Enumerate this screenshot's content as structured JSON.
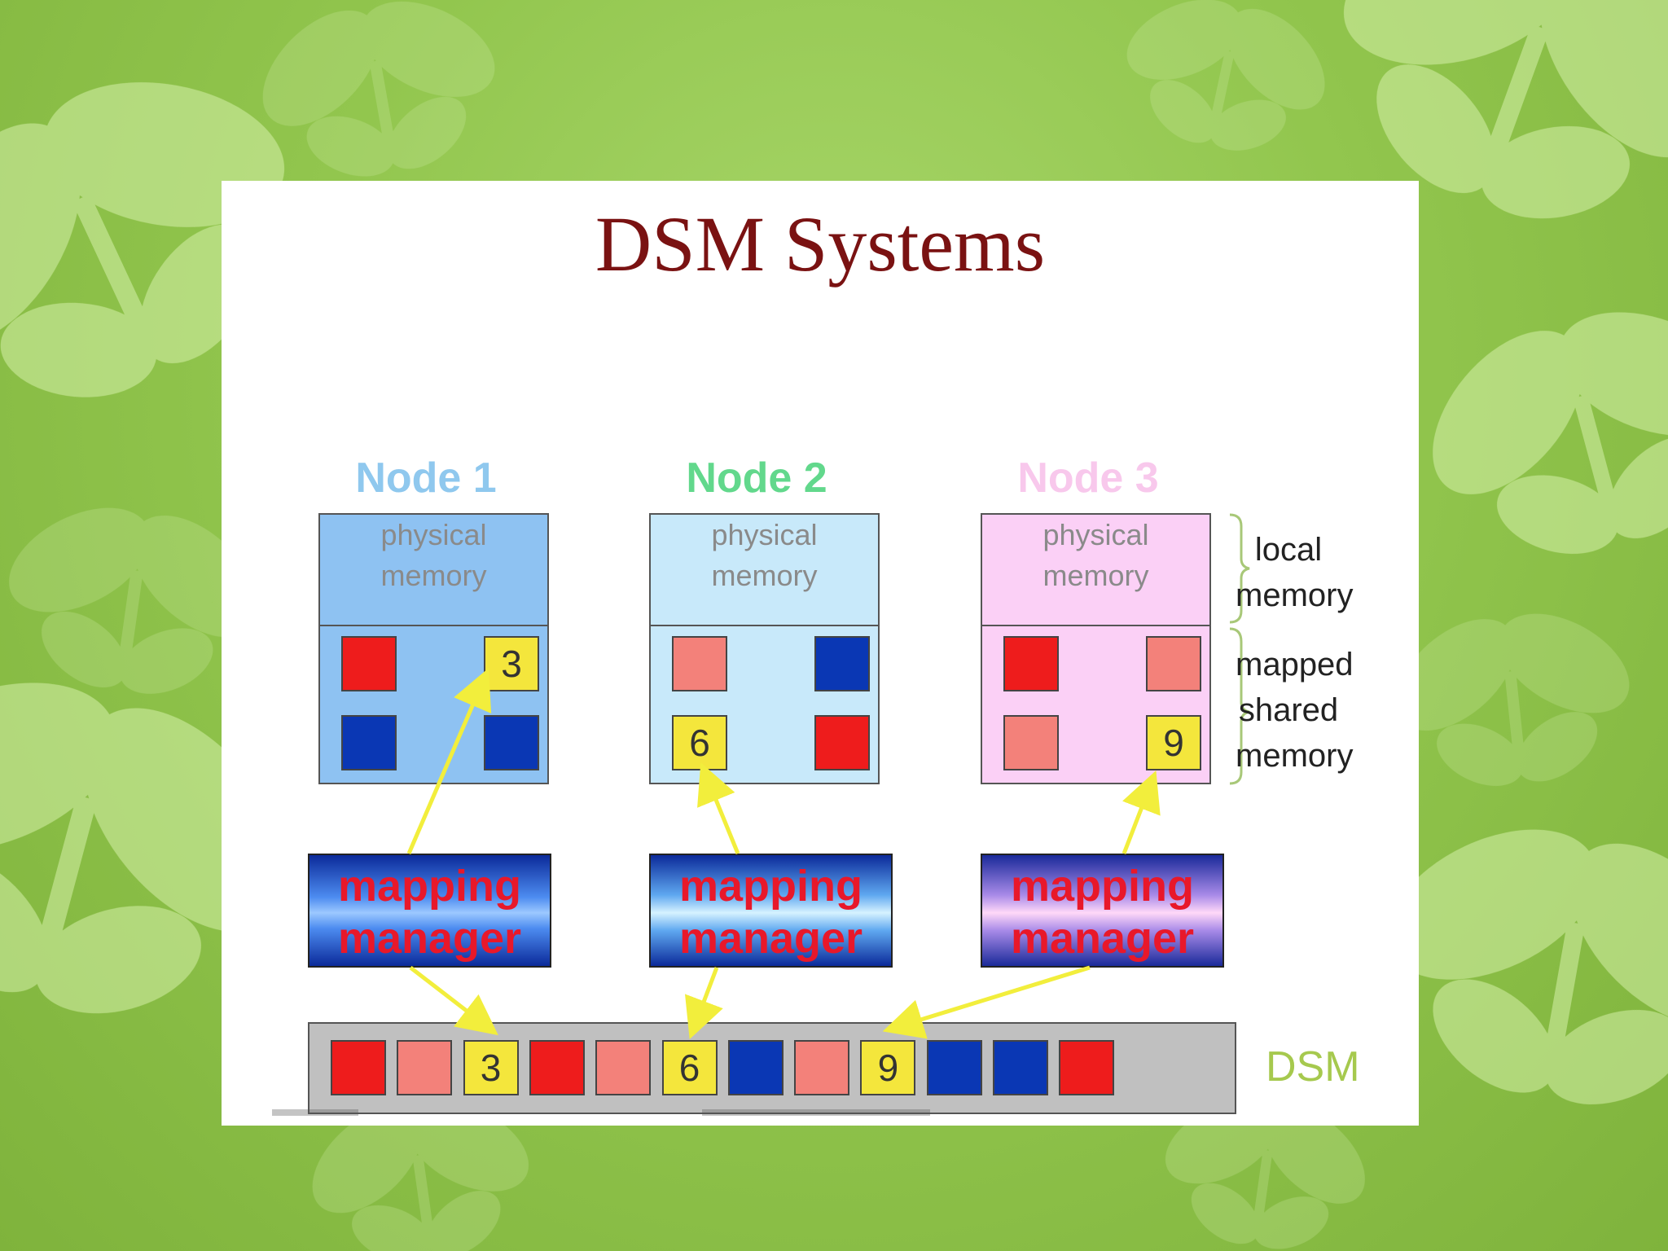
{
  "title": "DSM Systems",
  "nodes": [
    {
      "label": "Node 1",
      "label_color": "#8fc8ee",
      "local_bg": "#8ec2f2",
      "shared_bg": "#8ec2f2",
      "mem_line1": "physical",
      "mem_line2": "memory"
    },
    {
      "label": "Node 2",
      "label_color": "#62d88c",
      "local_bg": "#c8e9fa",
      "shared_bg": "#c8e9fa",
      "mem_line1": "physical",
      "mem_line2": "memory"
    },
    {
      "label": "Node 3",
      "label_color": "#f8c8ec",
      "local_bg": "#fbd0f6",
      "shared_bg": "#fbd0f6",
      "mem_line1": "physical",
      "mem_line2": "memory"
    }
  ],
  "node_cells": [
    [
      {
        "color": "#ee1c1c",
        "text": ""
      },
      {
        "color": "#f4e63c",
        "text": "3"
      },
      {
        "color": "#0a37b4",
        "text": ""
      },
      {
        "color": "#0a37b4",
        "text": ""
      }
    ],
    [
      {
        "color": "#f3817a",
        "text": ""
      },
      {
        "color": "#0a37b4",
        "text": ""
      },
      {
        "color": "#f4e63c",
        "text": "6"
      },
      {
        "color": "#ee1c1c",
        "text": ""
      }
    ],
    [
      {
        "color": "#ee1c1c",
        "text": ""
      },
      {
        "color": "#f3817a",
        "text": ""
      },
      {
        "color": "#f3817a",
        "text": ""
      },
      {
        "color": "#f4e63c",
        "text": "9"
      }
    ]
  ],
  "mapping_manager": {
    "line1": "mapping",
    "line2": "manager"
  },
  "side_labels": {
    "local": [
      "local",
      "memory"
    ],
    "shared": [
      "mapped",
      "shared",
      "memory"
    ]
  },
  "dsm": {
    "label": "DSM",
    "cells": [
      {
        "color": "#ee1c1c",
        "text": ""
      },
      {
        "color": "#f3817a",
        "text": ""
      },
      {
        "color": "#f4e63c",
        "text": "3"
      },
      {
        "color": "#ee1c1c",
        "text": ""
      },
      {
        "color": "#f3817a",
        "text": ""
      },
      {
        "color": "#f4e63c",
        "text": "6"
      },
      {
        "color": "#0a37b4",
        "text": ""
      },
      {
        "color": "#f3817a",
        "text": ""
      },
      {
        "color": "#f4e63c",
        "text": "9"
      },
      {
        "color": "#0a37b4",
        "text": ""
      },
      {
        "color": "#0a37b4",
        "text": ""
      },
      {
        "color": "#ee1c1c",
        "text": ""
      }
    ]
  },
  "colors": {
    "title": "#7a1212",
    "arrow": "#f2ee3c",
    "mm_text": "#e8182a",
    "dsm_label": "#a6c94e"
  }
}
